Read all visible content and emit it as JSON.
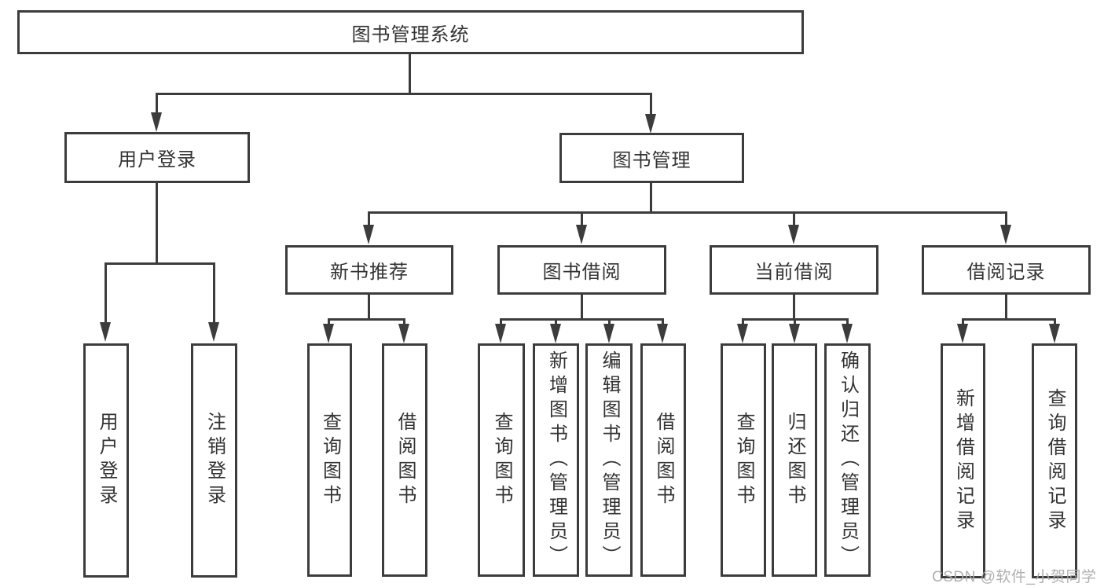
{
  "diagram": {
    "title": "图书管理系统",
    "level2": {
      "user_login": "用户登录",
      "book_mgmt": "图书管理"
    },
    "level3": {
      "new_books": "新书推荐",
      "book_borrow": "图书借阅",
      "current_borrow": "当前借阅",
      "borrow_records": "借阅记录"
    },
    "leaves": {
      "user_login_children": {
        "login": "用户登录",
        "logout": "注销登录"
      },
      "new_books_children": {
        "query_books": "查询图书",
        "borrow_books": "借阅图书"
      },
      "book_borrow_children": {
        "query_books": "查询图书",
        "add_books_admin": "新增图书（管理员）",
        "edit_books_admin": "编辑图书（管理员）",
        "borrow_books": "借阅图书"
      },
      "current_borrow_children": {
        "query_books": "查询图书",
        "return_books": "归还图书",
        "confirm_return_admin": "确认归还（管理员）"
      },
      "borrow_records_children": {
        "add_record": "新增借阅记录",
        "query_record": "查询借阅记录"
      }
    }
  },
  "watermark": "CSDN @软件_小贺同学",
  "colors": {
    "line": "#3c3c3c",
    "text": "#333333",
    "background": "#ffffff",
    "watermark": "#acacac"
  }
}
